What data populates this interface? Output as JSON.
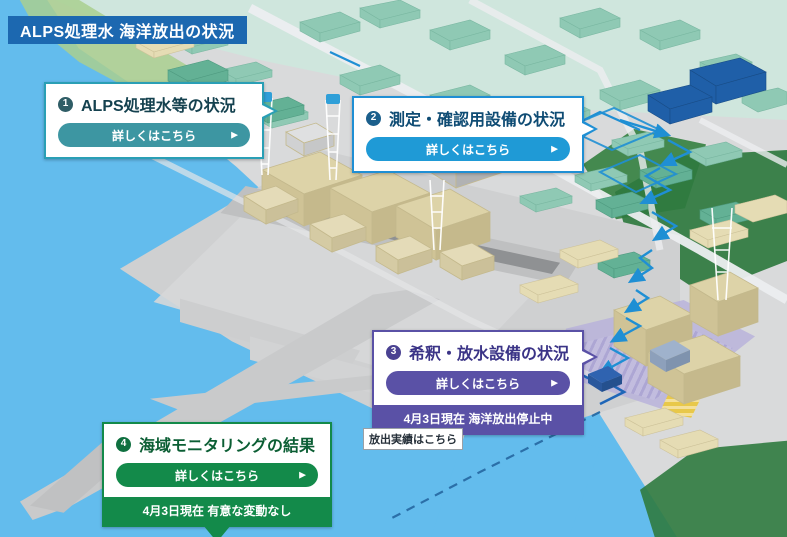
{
  "header": {
    "title": "ALPS処理水 海洋放出の状況",
    "band_color": "#1c68b0"
  },
  "callouts": [
    {
      "number": "❶",
      "number_plain": "1",
      "title": "ALPS処理水等の状況",
      "button_label": "詳しくはこちら",
      "button_arrow": "▶",
      "accent": "#3d96a2",
      "status": null
    },
    {
      "number": "❷",
      "number_plain": "2",
      "title": "測定・確認用設備の状況",
      "button_label": "詳しくはこちら",
      "button_arrow": "▶",
      "accent": "#1f9ad6",
      "status": null
    },
    {
      "number": "❸",
      "number_plain": "3",
      "title": "希釈・放水設備の状況",
      "button_label": "詳しくはこちら",
      "button_arrow": "▶",
      "accent": "#5a51a6",
      "status": "4月3日現在 海洋放出停止中"
    },
    {
      "number": "❹",
      "number_plain": "4",
      "title": "海域モニタリングの結果",
      "button_label": "詳しくはこちら",
      "button_arrow": "▶",
      "accent": "#138a4a",
      "status": "4月3日現在 有意な変動なし"
    }
  ],
  "mini_link": {
    "label": "放出実績はこちら"
  },
  "map": {
    "ocean_color": "#63bced",
    "land_color": "#d9dadb",
    "forest_color": "#2f7a3f",
    "tank_color": "#8fc9b4",
    "building_color": "#ddd3a8",
    "highlight_building_color": "#1f5fa8",
    "pipeline_color": "#1f8fd4",
    "discharge_area_color": "#b9b3da"
  }
}
